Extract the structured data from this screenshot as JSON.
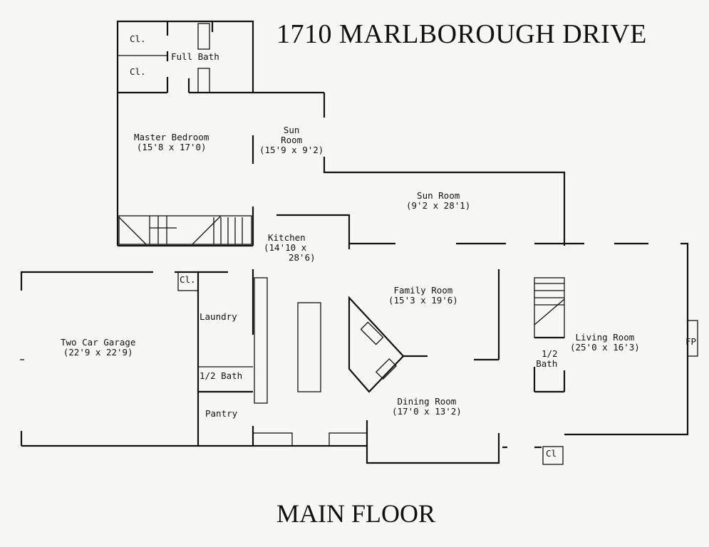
{
  "title": "1710 MARLBOROUGH DRIVE",
  "footer": "MAIN FLOOR",
  "rooms": {
    "closet_top": "Cl.",
    "full_bath": "Full Bath",
    "closet_mid": "Cl.",
    "master_bedroom": {
      "name": "Master Bedroom",
      "dims": "(15'8 x 17'0)"
    },
    "sun_room_small": {
      "name_1": "Sun",
      "name_2": "Room",
      "dims": "(15'9 x 9'2)"
    },
    "sun_room_large": {
      "name": "Sun Room",
      "dims": "(9'2 x 28'1)"
    },
    "kitchen": {
      "name": "Kitchen",
      "dims_1": "(14'10 x",
      "dims_2": "28'6)"
    },
    "closet_garage": "Cl.",
    "laundry": "Laundry",
    "half_bath_left": "1/2 Bath",
    "pantry": "Pantry",
    "garage": {
      "name": "Two Car Garage",
      "dims": "(22'9 x 22'9)"
    },
    "family_room": {
      "name": "Family Room",
      "dims": "(15'3 x 19'6)"
    },
    "dining_room": {
      "name": "Dining Room",
      "dims": "(17'0 x 13'2)"
    },
    "living_room": {
      "name": "Living Room",
      "dims": "(25'0 x 16'3)"
    },
    "half_bath_right_1": "1/2",
    "half_bath_right_2": "Bath",
    "closet_living": "Cl",
    "fireplace": "FP"
  }
}
